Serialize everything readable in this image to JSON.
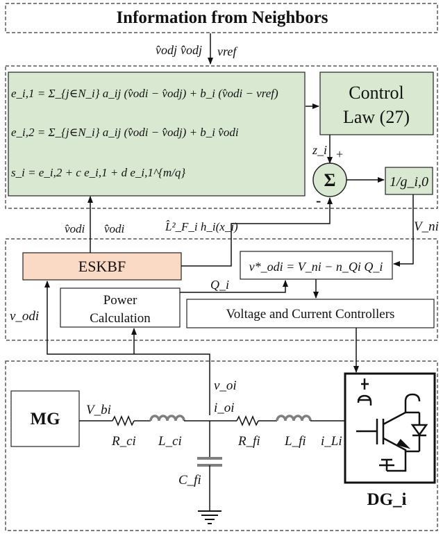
{
  "header": {
    "title": "Information from Neighbors",
    "inputs": [
      "v̂odj",
      "v̂̂odj",
      "vref"
    ]
  },
  "consensus_block": {
    "eq1": "e_i,1 = Σ_{j∈N_i} a_ij (v̂odi − v̂odj) + b_i (v̂odi − vref)",
    "eq2": "e_i,2 = Σ_{j∈N_i} a_ij (v̂̂odi − v̂̂odj) + b_i v̂̂odi",
    "eq3": "s_i = e_i,2 + c e_i,1 + d e_i,1^{m/q}"
  },
  "control_law": {
    "line1": "Control",
    "line2": "Law (27)"
  },
  "summing_junction": {
    "symbol": "Σ",
    "plus_label": "+",
    "minus_label": "-",
    "input_label": "z_i"
  },
  "gain_block": {
    "text": "1/g_i,0"
  },
  "signals": {
    "vni": "V_ni",
    "lie_derivative": "L̂²_F_i h_i(x_i)",
    "vodi_hat": "v̂odi",
    "vodi_hathat": "v̂̂odi",
    "qi": "Q_i",
    "vodi": "v_odi",
    "voi": "v_oi",
    "ioi": "i_oi",
    "ili": "i_Li"
  },
  "estimator": {
    "label": "ESKBF",
    "fill": "#fad9c5"
  },
  "droop": {
    "equation": "v*_odi = V_ni − n_Qi Q_i"
  },
  "power_calc": {
    "line1": "Power",
    "line2": "Calculation"
  },
  "controllers": {
    "label": "Voltage and Current Controllers"
  },
  "circuit": {
    "source": "MG",
    "vbi": "V_bi",
    "rci": "R_ci",
    "lci": "L_ci",
    "rfi": "R_fi",
    "lfi": "L_fi",
    "cfi": "C_fi",
    "dg_label": "DG_i"
  },
  "colors": {
    "green_fill": "#d9e9d1",
    "orange_fill": "#fad9c5",
    "inductor": "#7f7f7f"
  }
}
